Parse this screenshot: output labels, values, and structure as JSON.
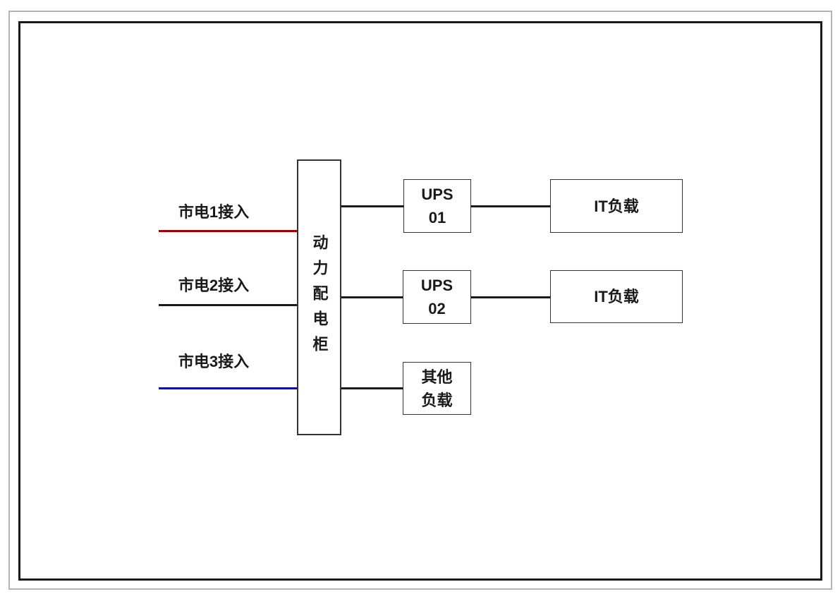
{
  "diagram": {
    "title_hint": "power-distribution-one-line-diagram",
    "colors": {
      "mains1_line": "#a00000",
      "mains2_line": "#1a1a1a",
      "mains3_line": "#0000ee",
      "connector_line": "#1a1a1a",
      "box_border": "#333333",
      "frame_inner": "#1a1a1a",
      "frame_outer": "#b5b5b5"
    },
    "mains_inputs": [
      {
        "label": "市电1接入",
        "line_color": "#a00000"
      },
      {
        "label": "市电2接入",
        "line_color": "#1a1a1a"
      },
      {
        "label": "市电3接入",
        "line_color": "#0000ee"
      }
    ],
    "cabinet": {
      "label": "动力配电柜"
    },
    "ups_units": [
      {
        "line1": "UPS",
        "line2": "01"
      },
      {
        "line1": "UPS",
        "line2": "02"
      }
    ],
    "other_load": {
      "line1": "其他",
      "line2": "负载"
    },
    "it_loads": [
      {
        "label": "IT负载"
      },
      {
        "label": "IT负载"
      }
    ]
  }
}
